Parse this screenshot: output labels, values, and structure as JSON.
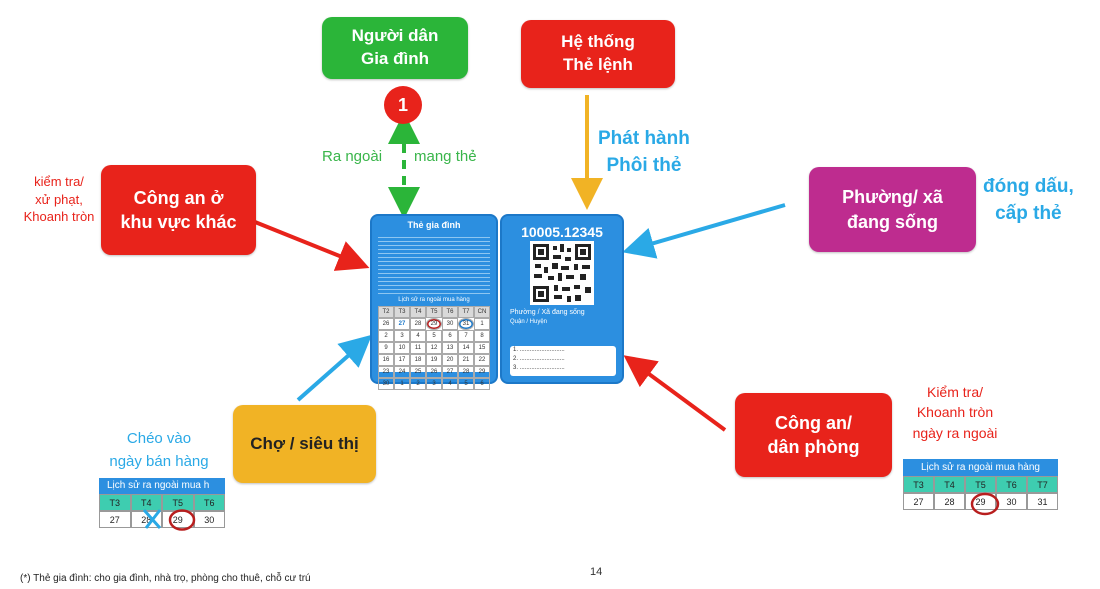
{
  "nodes": {
    "people": "Người dân\nGia đình",
    "system": "Hệ thống\nThẻ lệnh",
    "police_other": "Công an ở\nkhu vực khác",
    "ward": "Phường/ xã\nđang sống",
    "market": "Chợ / siêu thị",
    "police_local": "Công an/\ndân phòng"
  },
  "step_number": "1",
  "labels": {
    "go_out_left": "Ra ngoài",
    "go_out_right": "mang thẻ",
    "issue": "Phát hành\nPhôi thẻ",
    "stamp": "đóng dấu,\ncấp thẻ",
    "check_fine": "kiểm tra/\nxử phạt,\nKhoanh tròn",
    "check_circle": "Kiểm tra/\nKhoanh tròn\nngày ra ngoài",
    "cross_sale": "Chéo vào\nngày bán hàng"
  },
  "card_front": {
    "title": "Thẻ gia đình",
    "calendar_header": "Lịch sử ra ngoài mua hàng",
    "calendar_days": [
      "T2",
      "T3",
      "T4",
      "T5",
      "T6",
      "T7",
      "CN"
    ],
    "calendar_values": [
      "26",
      "27",
      "28",
      "29",
      "30",
      "31",
      "1",
      "2",
      "3",
      "4",
      "5",
      "6",
      "7",
      "8",
      "9",
      "10",
      "11",
      "12",
      "13",
      "14",
      "15",
      "16",
      "17",
      "18",
      "19",
      "20",
      "21",
      "22",
      "23",
      "24",
      "25",
      "26",
      "27",
      "28",
      "29",
      "30",
      "1",
      "2",
      "3",
      "4",
      "5",
      "6"
    ]
  },
  "card_back": {
    "code": "10005.12345",
    "ward_line": "Phường / Xã đang sống",
    "district_line": "Quận / Huyện",
    "lines": [
      "1. ...........................",
      "2. ...........................",
      "3. ..........................."
    ]
  },
  "table_left": {
    "title": "Lịch sử ra ngoài mua h",
    "headers": [
      "T3",
      "T4",
      "T5",
      "T6"
    ],
    "values": [
      "27",
      "28",
      "29",
      "30"
    ]
  },
  "table_right": {
    "title": "Lịch sử ra ngoài mua hàng",
    "headers": [
      "T3",
      "T4",
      "T5",
      "T6",
      "T7"
    ],
    "values": [
      "27",
      "28",
      "29",
      "30",
      "31"
    ]
  },
  "page_number": "14",
  "footnote": "(*) Thẻ gia đình: cho gia đình, nhà trọ, phòng cho thuê, chỗ cư trú",
  "colors": {
    "red": "#e8231b",
    "green": "#2bb539",
    "orange": "#f1b325",
    "magenta": "#be2c8f",
    "blue": "#2aa9e6",
    "card": "#2c8fe0"
  }
}
